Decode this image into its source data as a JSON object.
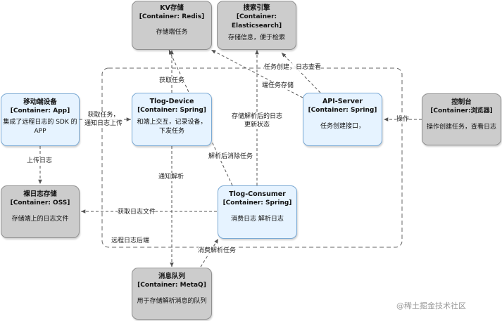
{
  "nodes": {
    "redis": {
      "title": "KV存储",
      "sub": "[Container: Redis]",
      "desc": "存储端任务"
    },
    "es": {
      "title": "搜索引擎",
      "sub": "[Container:\nElasticsearch]",
      "desc": "存储信息，便于检索"
    },
    "app": {
      "title": "移动端设备",
      "sub": "[Container: App]",
      "desc": "集成了远程日志的 SDK 的\nAPP"
    },
    "device": {
      "title": "Tlog-Device",
      "sub": "[Container: Spring]",
      "desc": "和端上交互，记录设备，\n下发任务"
    },
    "api": {
      "title": "API-Server",
      "sub": "[Container: Spring]",
      "desc": "任务创建接口，"
    },
    "console": {
      "title": "控制台",
      "sub": "[Container:浏览器]",
      "desc": "操作创建任务，查看日志"
    },
    "oss": {
      "title": "裸日志存储",
      "sub": "[Container: OSS]",
      "desc": "存储端上的日志文件"
    },
    "consumer": {
      "title": "Tlog-Consumer",
      "sub": "[Container: Spring]",
      "desc": "消费日志 解析日志"
    },
    "mq": {
      "title": "消息队列",
      "sub": "[Container: MetaQ]",
      "desc": "用于存储解析消息的队列"
    }
  },
  "edges": {
    "task_create_log_view": "任务创建，日志查看",
    "fetch_task": "获取任务",
    "end_task_store": "端任务存储",
    "store_parsed_log": "存储解析后的日志\n更新状态",
    "delete_after_parse": "解析后消除任务",
    "get_task_notify": "获取任务，\n通知日志上传",
    "operate": "操作",
    "upload_log": "上传日志",
    "notify_parse": "通知解析",
    "fetch_log_file": "获取日志文件",
    "boundary_label": "远程日志后端",
    "consume_parse_task": "消费解析任务"
  },
  "watermark": "@稀土掘金技术社区"
}
